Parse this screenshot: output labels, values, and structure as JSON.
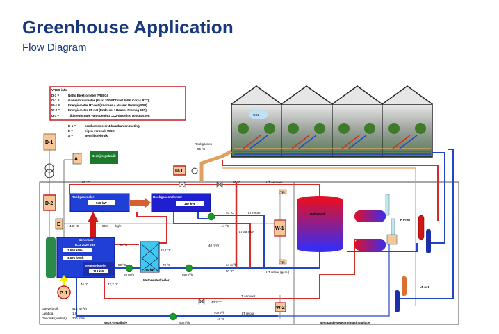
{
  "header": {
    "title": "Greenhouse Application",
    "subtitle": "Flow Diagram"
  },
  "legend": {
    "heading": "VREG info",
    "items": [
      {
        "code": "D-1 =",
        "text": "Netto Elektrometer (VREG)"
      },
      {
        "code": "G-1 =",
        "text": "Gasverbruikmeter (Fluxi 2000/TZ met EVHI Corus PTZ)"
      },
      {
        "code": "W-1 =",
        "text": "Energiemeter HT-net (Endress + Hauser Promag 50P)"
      },
      {
        "code": "W-2 =",
        "text": "Energiemeter LT-net (Endress + Hauser Promag 50P)"
      },
      {
        "code": "U-1 =",
        "text": "Tijdsregistratie van opening CO2-dosering rookgassen"
      }
    ],
    "sub_items": [
      {
        "code": "D-1 =",
        "text": "productiemeter 4 kwadranten meting"
      },
      {
        "code": "E =",
        "text": "eigen verbruik WKK"
      },
      {
        "code": "A =",
        "text": "Bedrijfsgebruik"
      }
    ]
  },
  "tags": {
    "d1": "D-1",
    "d2": "D-2",
    "a": "A",
    "e": "E",
    "u1": "U-1",
    "w1": "W-1",
    "w2": "W-2",
    "g1": "G.1"
  },
  "components": {
    "bedrijfsgebruik": "Bedrijfs-gebruik",
    "rookgaskoeler": {
      "label": "Rookgaskoeler",
      "value": "548 kW"
    },
    "rookgascondensor": {
      "label": "Rookgascondensor",
      "value": "187 kW"
    },
    "generator": {
      "label": "Generator",
      "model": "TCG 2020 V16",
      "kwe": "1.550 kWe",
      "kwth": "1.575 kWth"
    },
    "mengselkoeler": {
      "label": "Mengselkoeler",
      "value": "118 kW"
    },
    "motorwaterkoeler": {
      "label": "Motorwaterkoeler",
      "value": "790 kW"
    },
    "buffertank": "Buffertank",
    "ht_net": "HT-net",
    "lt_net": "LT-net",
    "co2": "CO2",
    "rookgassen": {
      "label": "Rookgassen",
      "temp": "55 °C"
    },
    "wkk": "WKK-installatie",
    "bestaande": "Bestaande verwarmingsinstallatie"
  },
  "readings": {
    "t85a": "85 °C",
    "t85b": "85 °C",
    "ht_aanvoer": "HT aanvoer",
    "t40": "40 °C",
    "lt_retour": "LT retour",
    "t44": "44 °C",
    "lt_aanvoer": "LT aanvoer",
    "t440": "440 °C",
    "pct": "85%",
    "kgh": "kg/h",
    "t80": "80 °C",
    "t821": "82,1 °C",
    "t50": "50 °C",
    "t70": "70 °C",
    "flow40": "40 m³/h",
    "flow65": "65 m³/h",
    "flow65b": "65 m³/h",
    "flow34": "34 m³/h",
    "t50b": "50 °C",
    "ht_retour": "HT retour (gem.)",
    "t46": "46 °C",
    "t432": "43,2 °C",
    "t432b": "43,2 °C",
    "lt_aanvoer2": "LT aanvoer",
    "lt_retour2": "LT retour",
    "flow40b": "40 m³/h",
    "flow40c": "40 m³/h",
    "t40b": "40 °C",
    "tpt": "Tpt",
    "gasverbruik": "Gasverbruik",
    "gas_value": "415 Nm³/h",
    "lambda": "Lambda",
    "lambda_value": "1,8",
    "gasdruk": "Gasdruk (voldruk)",
    "gasdruk_value": "200 mbar"
  },
  "colors": {
    "title": "#17387a",
    "hot": "#d42a2a",
    "cold": "#2346c8",
    "tag_fill": "#f5c89a",
    "equipment": "#1f3fd6",
    "pump": "#1a9a2a"
  }
}
